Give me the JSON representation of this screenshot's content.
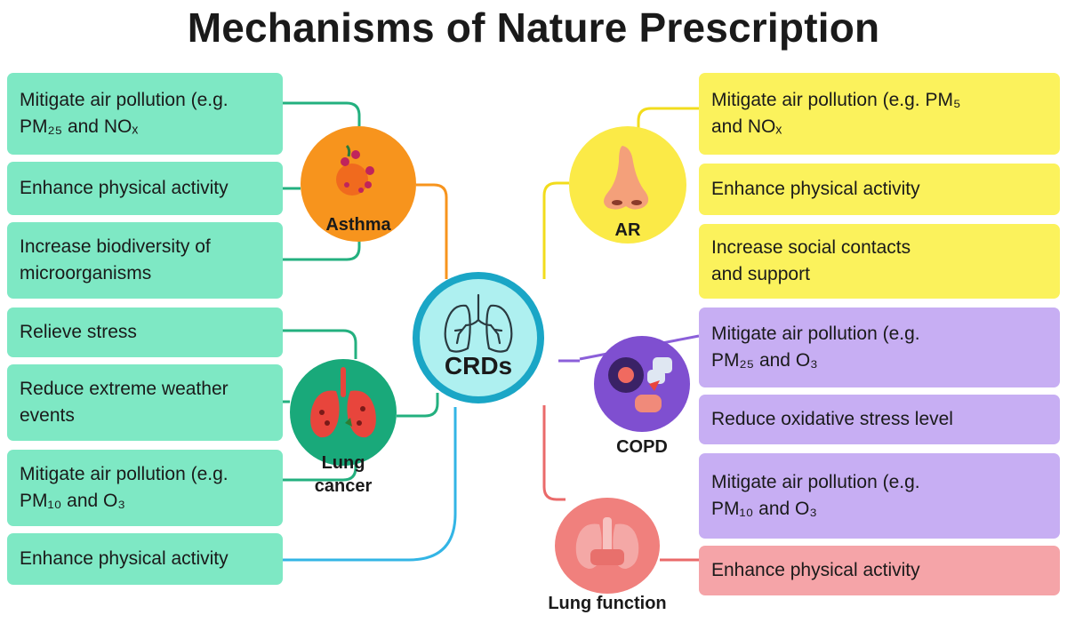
{
  "title": "Mechanisms of Nature Prescription",
  "center": {
    "label": "CRDs",
    "icon": "lungs-outline-icon"
  },
  "nodes": {
    "asthma": {
      "label": "Asthma",
      "icon": "allergen-cell-icon",
      "color": "#f7941d"
    },
    "lung_cancer": {
      "label_line1": "Lung",
      "label_line2": "cancer",
      "icon": "diseased-lungs-icon",
      "color": "#19a97a"
    },
    "ar": {
      "label": "AR",
      "icon": "nose-icon",
      "color": "#fbea47"
    },
    "copd": {
      "label": "COPD",
      "icon": "copd-cells-icon",
      "color": "#7f4fd0"
    },
    "lung_function": {
      "label": "Lung function",
      "icon": "trachea-lungs-icon",
      "color": "#f0807d"
    }
  },
  "left_boxes": [
    {
      "lines": [
        "Mitigate air pollution (e.g.",
        "PM₂₅ and NOₓ"
      ]
    },
    {
      "lines": [
        "Enhance physical activity"
      ]
    },
    {
      "lines": [
        "Increase biodiversity of",
        "microorganisms"
      ]
    },
    {
      "lines": [
        "Relieve stress"
      ]
    },
    {
      "lines": [
        "Reduce extreme weather",
        "events"
      ]
    },
    {
      "lines": [
        "Mitigate air pollution (e.g.",
        "PM₁₀ and O₃"
      ]
    },
    {
      "lines": [
        "Enhance physical activity"
      ]
    }
  ],
  "right_boxes": [
    {
      "lines": [
        "Mitigate air pollution (e.g. PM₅",
        "and NOₓ"
      ]
    },
    {
      "lines": [
        "Enhance physical activity"
      ]
    },
    {
      "lines": [
        "Increase social contacts",
        "and support"
      ]
    },
    {
      "lines": [
        "Mitigate air pollution (e.g.",
        "PM₂₅ and O₃"
      ]
    },
    {
      "lines": [
        "Reduce oxidative stress level"
      ]
    },
    {
      "lines": [
        "Mitigate air pollution (e.g.",
        "PM₁₀ and O₃"
      ]
    },
    {
      "lines": [
        "Enhance physical activity"
      ]
    }
  ],
  "colors": {
    "green_box": "#7ee8c4",
    "yellow_box": "#fbf25c",
    "purple_box": "#c7aef3",
    "pink_box": "#f5a4a8",
    "center_ring": "#1aa6c6",
    "center_fill": "#aef0f0",
    "blue_connector": "#33b5e5"
  }
}
